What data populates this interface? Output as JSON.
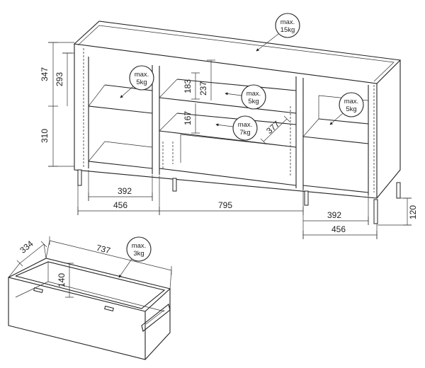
{
  "colors": {
    "line": "#222222",
    "background": "#ffffff"
  },
  "dimensions": {
    "cabinet": {
      "height_total": "347",
      "height_upper": "293",
      "height_lower": "310",
      "shelf_upper": "183",
      "shelf_upper_b": "237",
      "shelf_mid": "167",
      "depth": "377",
      "left_inner": "392",
      "left_outer": "456",
      "center": "795",
      "right_inner": "392",
      "right_outer": "456",
      "leg": "120"
    },
    "drawer": {
      "depth": "334",
      "width": "737",
      "height": "140"
    }
  },
  "loads": {
    "top_max": "max.",
    "top_value": "15kg",
    "left_max": "max.",
    "left_value": "5kg",
    "center_upper_max": "max.",
    "center_upper_value": "5kg",
    "center_lower_max": "max.",
    "center_lower_value": "7kg",
    "right_max": "max.",
    "right_value": "5kg",
    "drawer_max": "max.",
    "drawer_value": "3kg"
  }
}
